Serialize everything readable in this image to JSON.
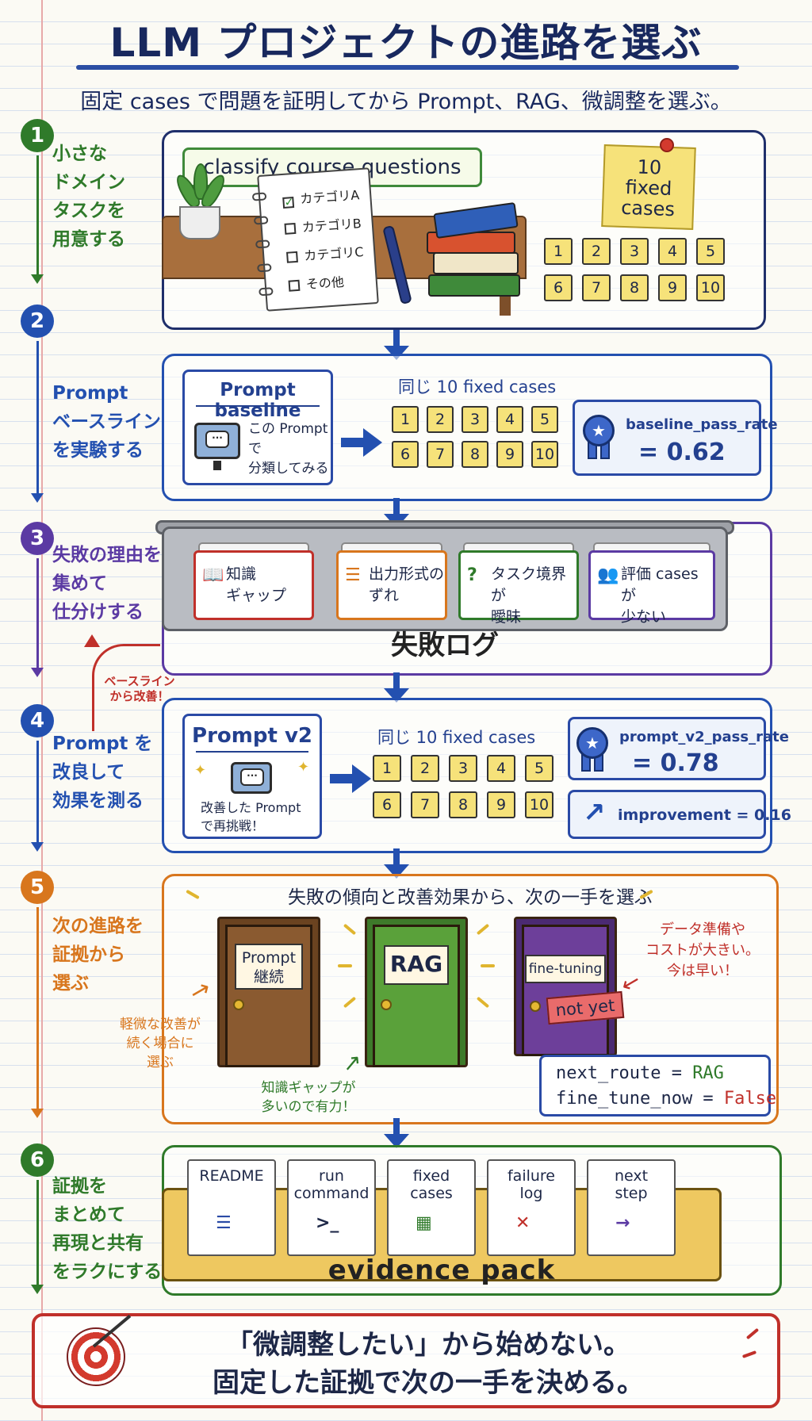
{
  "title": "LLM プロジェクトの進路を選ぶ",
  "subtitle": "固定 cases で問題を証明してから Prompt、RAG、微調整を選ぶ。",
  "colors": {
    "step1": "#2f7a2a",
    "step2": "#2350b0",
    "step3": "#5b3aa3",
    "step4": "#2350b0",
    "step5": "#d8761d",
    "step6": "#2f7a2a",
    "banner": "#c0302a"
  },
  "cases": [
    "1",
    "2",
    "3",
    "4",
    "5",
    "6",
    "7",
    "8",
    "9",
    "10"
  ],
  "steps": [
    {
      "num": "1",
      "label": "小さな\nドメイン\nタスクを\n用意する"
    },
    {
      "num": "2",
      "label": "Prompt\nベースライン\nを実験する"
    },
    {
      "num": "3",
      "label": "失敗の理由を\n集めて\n仕分けする"
    },
    {
      "num": "4",
      "label": "Prompt を\n改良して\n効果を測る"
    },
    {
      "num": "5",
      "label": "次の進路を\n証拠から\n選ぶ"
    },
    {
      "num": "6",
      "label": "証拠を\nまとめて\n再現と共有\nをラクにする"
    }
  ],
  "step1": {
    "task": "classify course questions",
    "checklist": [
      "カテゴリA",
      "カテゴリB",
      "カテゴリC",
      "その他"
    ],
    "check_mark": "✓",
    "sticky": "10\nfixed\ncases"
  },
  "step2": {
    "card_title": "Prompt baseline",
    "card_text": "この Prompt で\n分類してみる",
    "bubble": "···",
    "cases_label": "同じ 10 fixed cases",
    "metric_name": "baseline_pass_rate",
    "metric_value": "= 0.62"
  },
  "step3": {
    "tray_label": "失敗ログ",
    "side_note": "ベースライン\nから改善！",
    "categories": [
      {
        "icon": "book-icon",
        "glyph": "📖",
        "text": "知識\nギャップ",
        "color": "#c0302a"
      },
      {
        "icon": "list-icon",
        "glyph": "☰",
        "text": "出力形式の\nずれ",
        "color": "#d8761d"
      },
      {
        "icon": "question-icon",
        "glyph": "?",
        "text": "タスク境界が\n曖昧",
        "color": "#2f7a2a"
      },
      {
        "icon": "people-icon",
        "glyph": "👥",
        "text": "評価 cases が\n少ない",
        "color": "#5b3aa3"
      }
    ]
  },
  "step4": {
    "card_title": "Prompt v2",
    "card_text": "改善した Prompt\nで再挑戦！",
    "bubble": "···",
    "cases_label": "同じ 10 fixed cases",
    "metric_name": "prompt_v2_pass_rate",
    "metric_value": "= 0.78",
    "improvement": "improvement = 0.16"
  },
  "step5": {
    "heading": "失敗の傾向と改善効果から、次の一手を選ぶ",
    "doors": [
      {
        "sign": "Prompt\n継続",
        "color": "#8a5a30"
      },
      {
        "sign": "RAG",
        "color": "#5aa13a"
      },
      {
        "sign": "fine-tuning",
        "color": "#6d3f9a"
      }
    ],
    "not_yet": "not yet",
    "note_prompt": "軽微な改善が\n続く場合に\n選ぶ",
    "note_rag": "知識ギャップが\n多いので有力！",
    "note_ft": "データ準備や\nコストが大きい。\n今は早い！",
    "code": {
      "line1_key": "next_route = ",
      "line1_val": "RAG",
      "line2_key": "fine_tune_now = ",
      "line2_val": "False"
    }
  },
  "step6": {
    "box_label": "evidence pack",
    "docs": [
      {
        "title": "README",
        "icon": "document-icon",
        "glyph": "☰"
      },
      {
        "title": "run\ncommand",
        "icon": "terminal-icon",
        "glyph": ">_"
      },
      {
        "title": "fixed\ncases",
        "icon": "table-icon",
        "glyph": "▦"
      },
      {
        "title": "failure\nlog",
        "icon": "error-list-icon",
        "glyph": "✕"
      },
      {
        "title": "next\nstep",
        "icon": "footsteps-icon",
        "glyph": "→"
      }
    ]
  },
  "banner": {
    "line1": "「微調整したい」から始めない。",
    "line2": "固定した証拠で次の一手を決める。"
  }
}
